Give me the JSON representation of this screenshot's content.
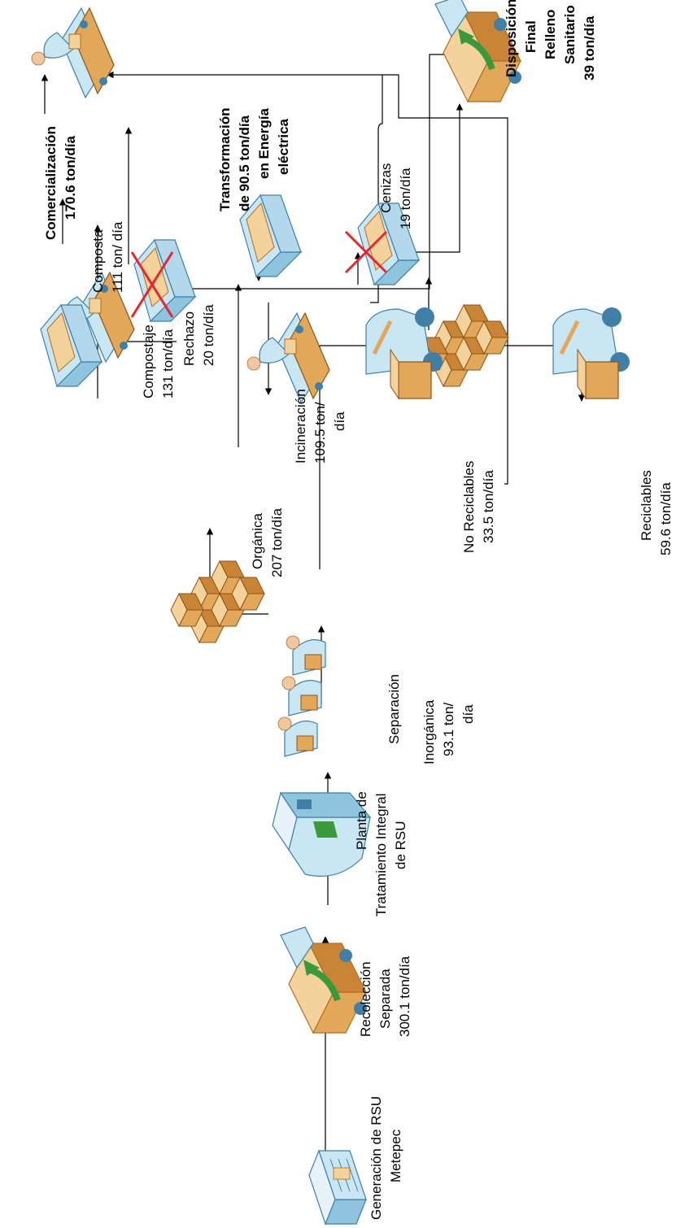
{
  "nodes": {
    "generacion": {
      "lines": [
        "Generación de RSU",
        "Metepec"
      ],
      "icon": "building-icon"
    },
    "recoleccion": {
      "lines": [
        "Recolección",
        "Separada",
        "300.1 ton/día"
      ],
      "icon": "truck-collection-icon"
    },
    "planta": {
      "lines": [
        "Planta de",
        "Tratamiento Integral",
        "de RSU"
      ],
      "icon": "factory-icon"
    },
    "separacion": {
      "lines": [
        "Separación"
      ],
      "icon": "workers-icon"
    },
    "organica": {
      "lines": [
        "Orgánica",
        "207 ton/día"
      ],
      "icon": "boxes-icon"
    },
    "inorganica": {
      "lines": [
        "Inorgánica",
        "93.1 ton/",
        "día"
      ],
      "icon": "boxes-icon"
    },
    "compostaje": {
      "lines": [
        "Compostaje",
        "131 ton/día"
      ],
      "icon": "conveyor-worker-icon"
    },
    "composta": {
      "lines": [
        "Composta",
        "111 ton/ día"
      ],
      "icon": "storage-bin-icon"
    },
    "rechazo": {
      "lines": [
        "Rechazo",
        "20 ton/día"
      ],
      "icon": "rejected-bin-icon"
    },
    "incineracion": {
      "lines": [
        "Incineración",
        "109.5 ton/",
        "día"
      ],
      "icon": "conveyor-worker-icon"
    },
    "transformacion": {
      "lines": [
        "Transformación",
        "de 90.5 ton/día",
        "en Energía",
        "eléctrica"
      ],
      "icon": "storage-bin-icon"
    },
    "cenizas": {
      "lines": [
        "Cenizas",
        "19 ton/día"
      ],
      "icon": "rejected-bin-icon"
    },
    "no_reciclables": {
      "lines": [
        "No Reciclables",
        "33.5 ton/día"
      ],
      "icon": "forklift-icon"
    },
    "reciclables": {
      "lines": [
        "Reciclables",
        "59.6 ton/día"
      ],
      "icon": "forklift-icon"
    },
    "comercializacion": {
      "lines": [
        "Comercialización",
        "170.6 ton/día"
      ],
      "icon": "conveyor-worker-icon"
    },
    "disposicion": {
      "lines": [
        "Disposición",
        "Final",
        "Relleno",
        "Sanitario",
        "39 ton/día"
      ],
      "icon": "truck-disposal-icon"
    }
  },
  "colors": {
    "blue_light": "#c9e6f3",
    "blue_mid": "#8fc4df",
    "blue_dark": "#3f7fa8",
    "orange": "#e3a75a",
    "orange_light": "#f4d29b",
    "orange_dark": "#b36c22",
    "red": "#e8262b",
    "green": "#3a9a3a",
    "skin": "#f0c7a0"
  }
}
